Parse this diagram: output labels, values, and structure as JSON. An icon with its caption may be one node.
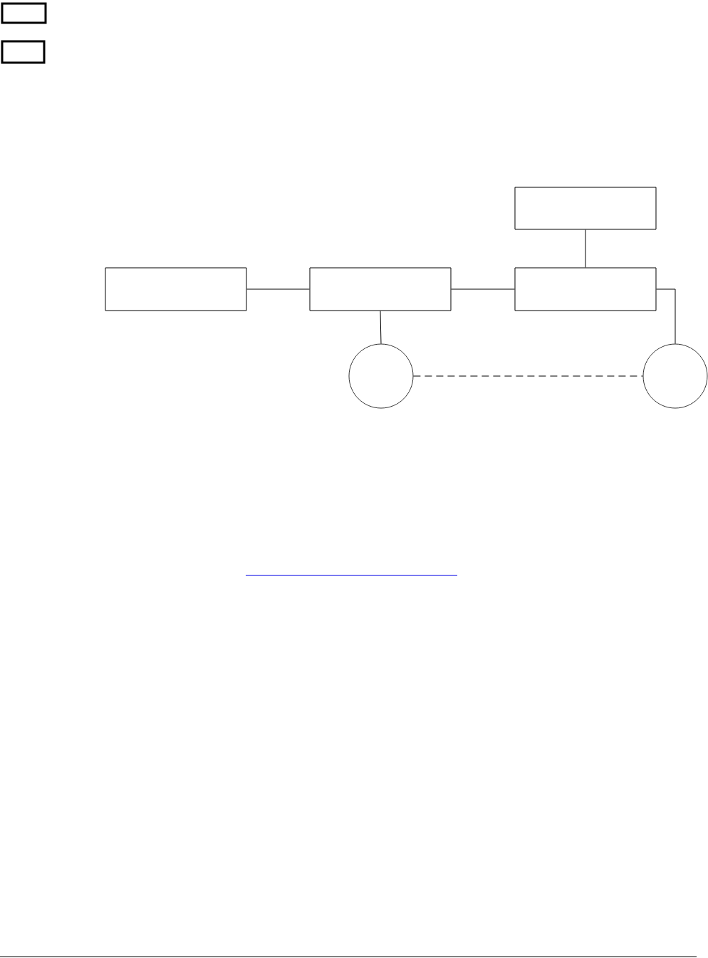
{
  "diagram": {
    "nodes": [
      {
        "text": [],
        "shape": "box"
      },
      {
        "text": [],
        "shape": "box"
      },
      {
        "text": [],
        "shape": "box"
      },
      {
        "text": [],
        "shape": "box"
      },
      {
        "text": [],
        "shape": "box"
      },
      {
        "text": [],
        "shape": "box"
      },
      {
        "text": [],
        "shape": "circle"
      },
      {
        "text": [],
        "shape": "circle"
      }
    ],
    "edges": [
      {
        "from": 3,
        "to": 4,
        "arrow": "none"
      },
      {
        "from": 4,
        "to": 5,
        "arrow": "none"
      },
      {
        "from": 2,
        "to": 5,
        "arrow": "none"
      },
      {
        "from": 5,
        "to": 7,
        "arrow": "none"
      },
      {
        "from": 4,
        "to": 6,
        "arrow": "none"
      },
      {
        "from": 6,
        "to": 7,
        "arrow": "none",
        "style": "dashed"
      }
    ]
  }
}
